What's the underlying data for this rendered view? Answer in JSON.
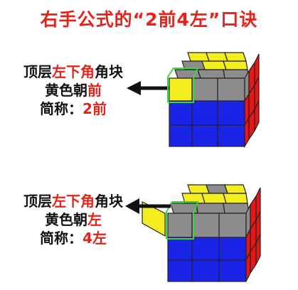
{
  "title": "右手公式的“2前4左”口诀",
  "colors": {
    "accent_red": "#e5231b",
    "cube_yellow": "#f5ee1e",
    "cube_gray": "#8c8c8c",
    "cube_blue": "#1a24e6",
    "cube_red": "#e81717",
    "highlight_green": "#3bd63b"
  },
  "case1": {
    "line1_prefix": "顶层",
    "line1_highlight": "左下角",
    "line1_suffix": "角块",
    "line2_prefix": "黄色朝",
    "line2_highlight": "前",
    "line3_prefix": "简称：",
    "line3_highlight": "2前"
  },
  "case2": {
    "line1_prefix": "顶层",
    "line1_highlight": "左下角",
    "line1_suffix": "角块",
    "line2_prefix": "黄色朝",
    "line2_highlight": "左",
    "line3_prefix": "简称：",
    "line3_highlight": "4左"
  }
}
